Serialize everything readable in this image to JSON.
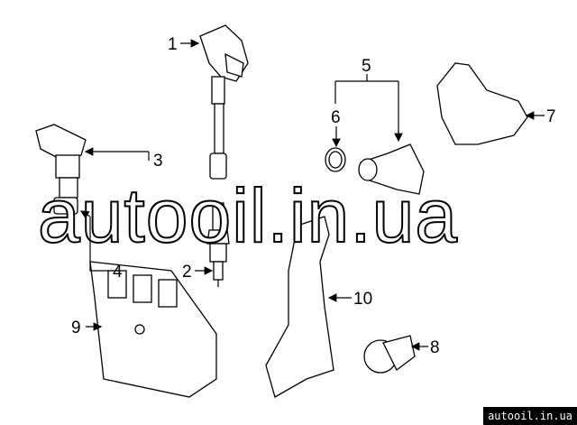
{
  "watermark": {
    "text": "autooil.in.ua"
  },
  "footer": {
    "text": "autooil.in.ua"
  },
  "callouts": [
    "1",
    "2",
    "3",
    "4",
    "5",
    "6",
    "7",
    "8",
    "9",
    "10"
  ]
}
